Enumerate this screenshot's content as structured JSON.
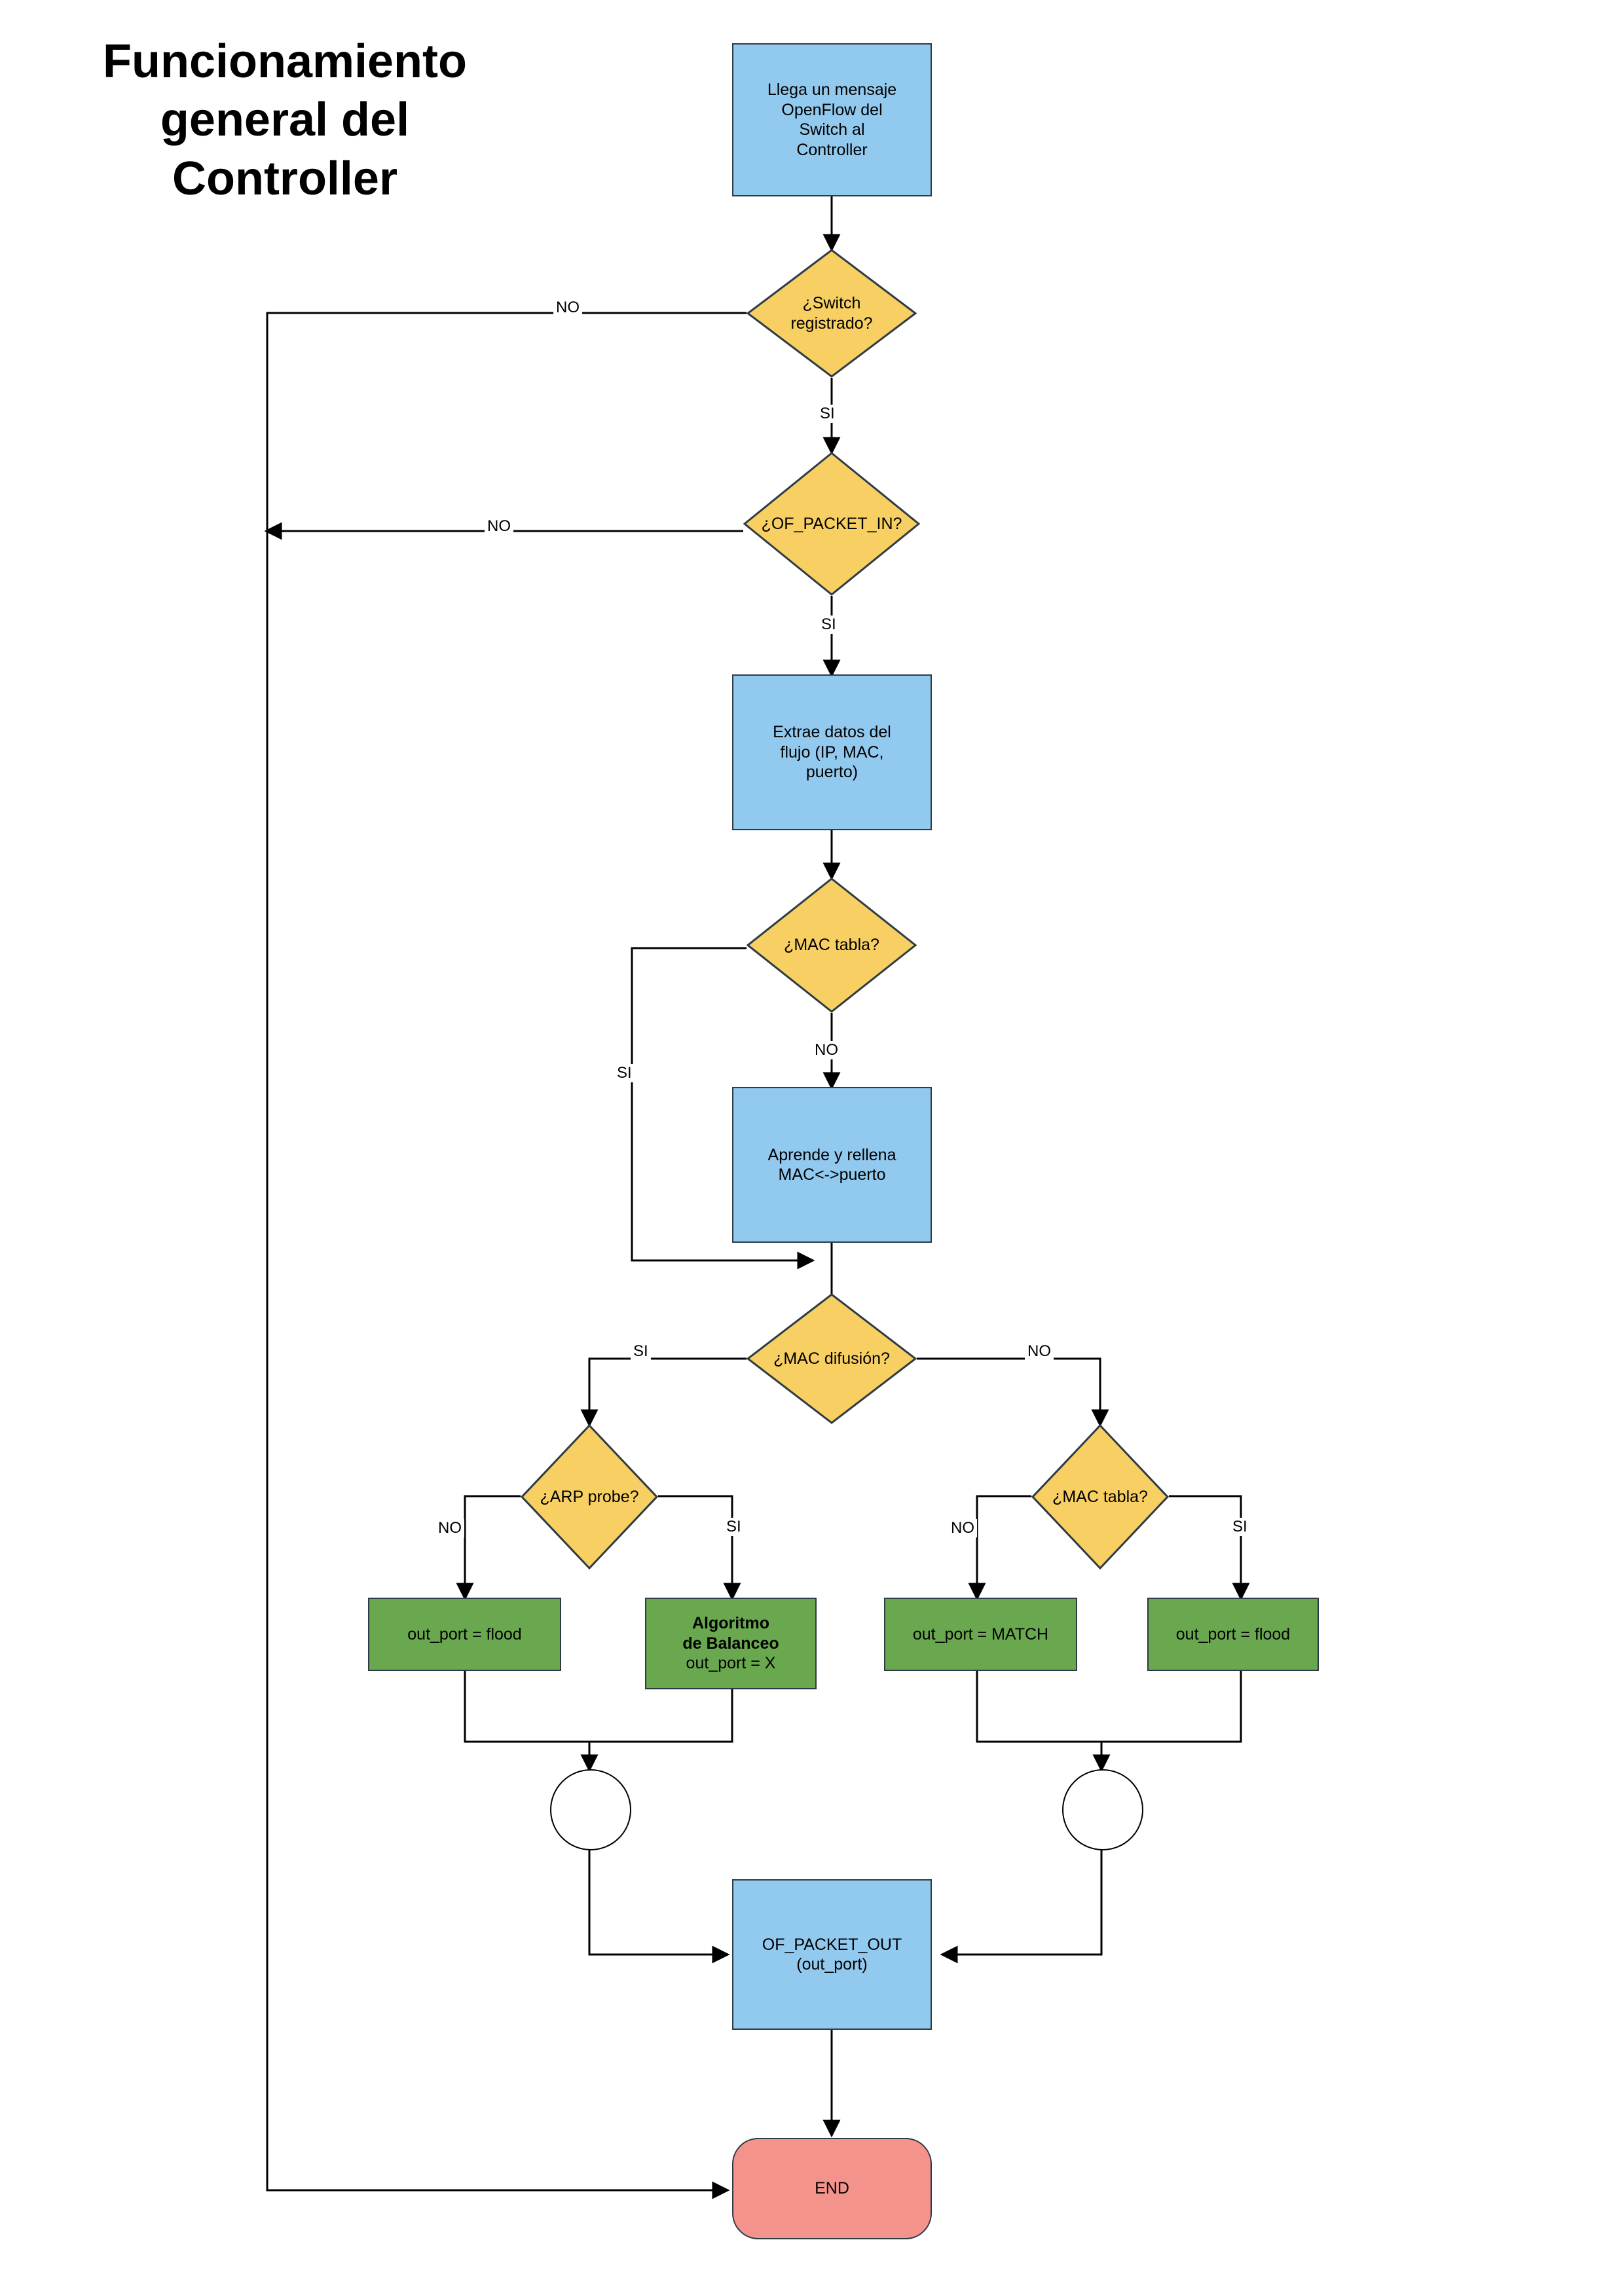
{
  "title": "Funcionamiento\ngeneral del\nController",
  "colors": {
    "process": "#92c9ee",
    "decision": "#f7cf62",
    "action": "#6aa84f",
    "end": "#f4938c",
    "stroke": "#2d3b45",
    "line": "#000000",
    "background": "#ffffff"
  },
  "nodes": {
    "start": "Llega un mensaje\nOpenFlow del\nSwitch al\nController",
    "switch_registered": "¿Switch\nregistrado?",
    "packet_in": "¿OF_PACKET_IN?",
    "extract": "Extrae datos del\nflujo (IP, MAC,\npuerto)",
    "mac_table_1": "¿MAC tabla?",
    "learn": "Aprende y rellena\nMAC<->puerto",
    "mac_broadcast": "¿MAC difusión?",
    "arp_probe": "¿ARP probe?",
    "mac_table_2": "¿MAC tabla?",
    "out_flood_left": "out_port = flood",
    "balance_title": "Algoritmo\nde Balanceo",
    "balance_sub": "out_port = X",
    "out_match": "out_port = MATCH",
    "out_flood_right": "out_port = flood",
    "packet_out": "OF_PACKET_OUT\n(out_port)",
    "end": "END"
  },
  "edge_labels": {
    "switch_no": "NO",
    "switch_si": "SI",
    "packetin_no": "NO",
    "packetin_si": "SI",
    "mac1_si": "SI",
    "mac1_no": "NO",
    "broadcast_si": "SI",
    "broadcast_no": "NO",
    "arp_no": "NO",
    "arp_si": "SI",
    "mac2_no": "NO",
    "mac2_si": "SI"
  }
}
